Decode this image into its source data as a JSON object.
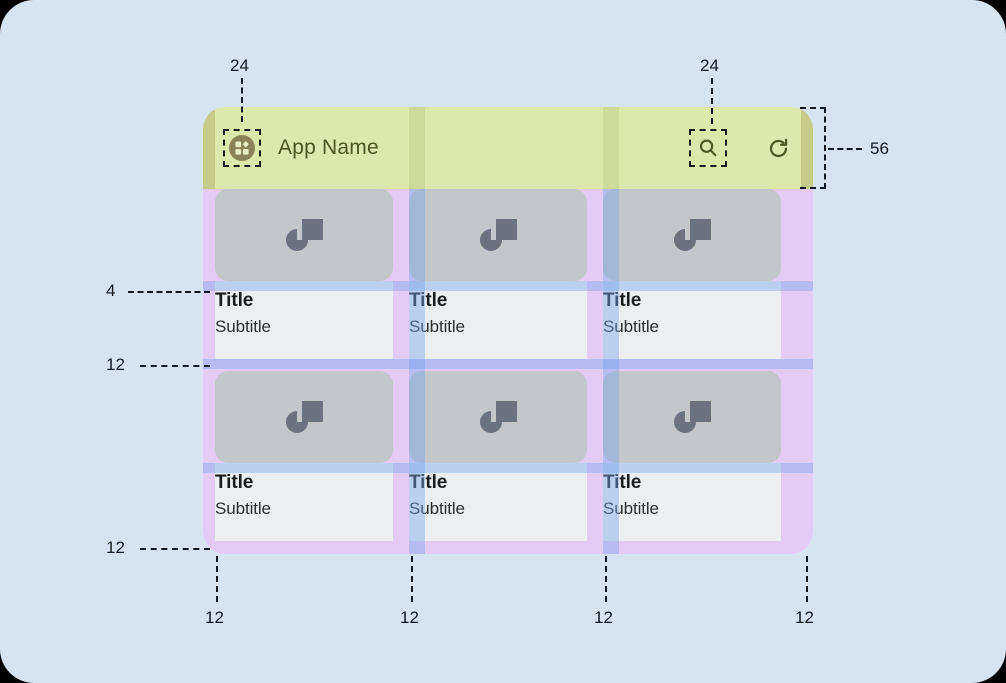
{
  "canvas": {
    "background": "#d6e4f2"
  },
  "appbar": {
    "title": "App Name",
    "background": "#dde8ac",
    "title_color": "#4d5521",
    "logo_icon": "app-logo-icon",
    "search_icon": "search-icon",
    "refresh_icon": "refresh-icon",
    "height_label": "56"
  },
  "grid": {
    "media_placeholder_icon": "image-placeholder-icon",
    "rows": [
      {
        "cards": [
          {
            "title": "Title",
            "subtitle": "Subtitle"
          },
          {
            "title": "Title",
            "subtitle": "Subtitle"
          },
          {
            "title": "Title",
            "subtitle": "Subtitle"
          }
        ]
      },
      {
        "cards": [
          {
            "title": "Title",
            "subtitle": "Subtitle"
          },
          {
            "title": "Title",
            "subtitle": "Subtitle"
          },
          {
            "title": "Title",
            "subtitle": "Subtitle"
          }
        ]
      }
    ]
  },
  "annotations": {
    "top_left_icon_inset": "24",
    "top_right_icon_inset": "24",
    "appbar_height": "56",
    "title_top_spacing": "4",
    "row_gap": "12",
    "bottom_inset": "12",
    "bottom_gutters": [
      "12",
      "12",
      "12",
      "12"
    ]
  },
  "colors": {
    "canvas_bg": "#d6e4f2",
    "appbar_bg": "#dde8ac",
    "body_padding": "#e4cbf5",
    "gutter_blue": "#78a5eb",
    "card_media": "#c3c7cc",
    "card_body": "#eceef0",
    "placeholder_shape": "#6b7280",
    "annotation": "#12181f"
  }
}
